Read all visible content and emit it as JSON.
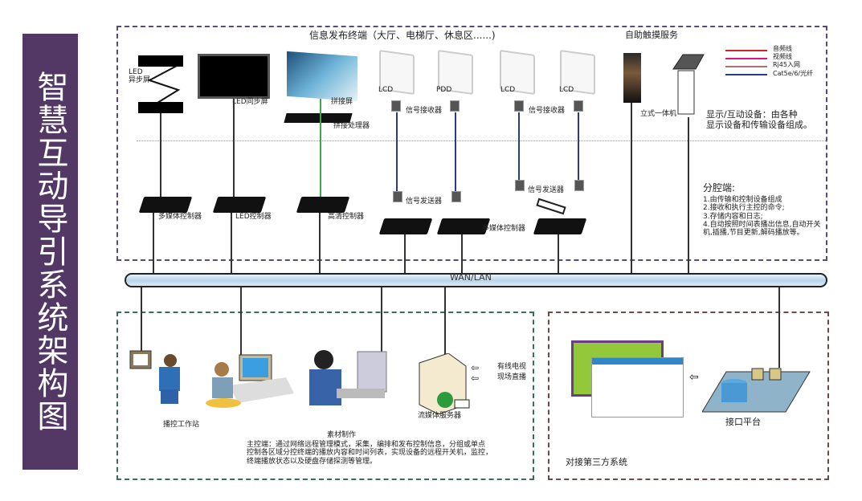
{
  "title": "智慧互动导引系统架构图",
  "top_section": {
    "header_left": "信息发布终端（大厅、电梯厅、休息区......)",
    "header_right": "自助触摸服务",
    "devices": {
      "led_async": "LED\n异步屏",
      "led_sync": "LED同步屏",
      "splice_screen": "拼接屏",
      "splice_processor": "拼接处理器",
      "lcd1": "LCD",
      "pdd": "PDD",
      "lcd2": "LCD",
      "lcd3": "LCD",
      "receiver1": "信号接收器",
      "receiver2": "信号接收器",
      "kiosk": "立式一体机",
      "multimedia_ctrl_1": "多媒体控制器",
      "led_ctrl": "LED控制器",
      "hd_ctrl": "高清控制器",
      "sender1": "信号发送器",
      "sender2": "信号发送器",
      "multimedia_ctrl_2": "多媒体控制器"
    },
    "legend": [
      {
        "label": "音频线",
        "color": "#d8232a"
      },
      {
        "label": "视频线",
        "color": "#e0147f"
      },
      {
        "label": "Rj45入网",
        "color": "#b07070"
      },
      {
        "label": "Cat5e/6/光纤",
        "color": "#2b3a8f"
      }
    ],
    "display_note": "显示/互动设备：由各种\n显示设备和传输设备组成。",
    "branch_title": "分腔端:",
    "branch_items": [
      "1.由传输和控制设备组成",
      "2.接收和执行主控的命令;",
      "3.存储内容和日志;",
      "4.自动按照时间表播出信息,自动开关\n机,插播,节目更新,解码播放等。"
    ]
  },
  "bus_label": "WAN/LAN",
  "bottom_left": {
    "workstation": "播控工作站",
    "material": "素材制作",
    "media_server": "流媒体服务器",
    "inputs": [
      "有线电视",
      "现场直播"
    ],
    "note": "主控端：通过网络远程管理模式，采集，编排和发布控制信息，分组或单点\n控制各区域分控终端的播放内容和时间列表，实现设备的远程开关机，监控，\n终端播放状态以及硬盘存储探测等管理。"
  },
  "bottom_right": {
    "interface": "接口平台",
    "caption": "对接第三方系统"
  },
  "colors": {
    "title_bg": "#533866",
    "bus_fill": "#c8ddef"
  }
}
